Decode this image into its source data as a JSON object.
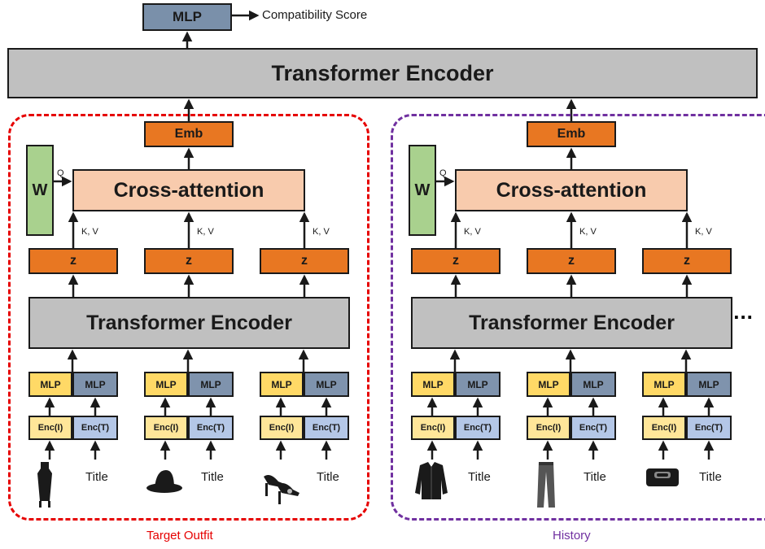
{
  "top": {
    "mlp_label": "MLP",
    "score_label": "Compatibility Score",
    "encoder_label": "Transformer Encoder"
  },
  "panels": [
    {
      "caption": "Target Outfit",
      "border_color": "#e60000",
      "emb_label": "Emb",
      "w_label": "W",
      "q_label": "Q",
      "cross_attention_label": "Cross-attention",
      "kv_label": "K, V",
      "z_label": "z",
      "encoder_label": "Transformer Encoder",
      "items": [
        {
          "mlp_image": "MLP",
          "mlp_text": "MLP",
          "enc_image": "Enc(I)",
          "enc_text": "Enc(T)",
          "title": "Title",
          "icon": "dress-icon"
        },
        {
          "mlp_image": "MLP",
          "mlp_text": "MLP",
          "enc_image": "Enc(I)",
          "enc_text": "Enc(T)",
          "title": "Title",
          "icon": "hat-icon"
        },
        {
          "mlp_image": "MLP",
          "mlp_text": "MLP",
          "enc_image": "Enc(I)",
          "enc_text": "Enc(T)",
          "title": "Title",
          "icon": "heels-icon"
        }
      ]
    },
    {
      "caption": "History",
      "border_color": "#7030a0",
      "emb_label": "Emb",
      "w_label": "W",
      "q_label": "Q",
      "cross_attention_label": "Cross-attention",
      "kv_label": "K, V",
      "z_label": "z",
      "encoder_label": "Transformer Encoder",
      "items": [
        {
          "mlp_image": "MLP",
          "mlp_text": "MLP",
          "enc_image": "Enc(I)",
          "enc_text": "Enc(T)",
          "title": "Title",
          "icon": "jacket-icon"
        },
        {
          "mlp_image": "MLP",
          "mlp_text": "MLP",
          "enc_image": "Enc(I)",
          "enc_text": "Enc(T)",
          "title": "Title",
          "icon": "pants-icon"
        },
        {
          "mlp_image": "MLP",
          "mlp_text": "MLP",
          "enc_image": "Enc(I)",
          "enc_text": "Enc(T)",
          "title": "Title",
          "icon": "bag-icon"
        }
      ]
    }
  ],
  "ellipsis": "....",
  "colors": {
    "mlp_top": "#7a90aa",
    "encoder": "#c0c0c0",
    "orange": "#e87722",
    "cross_attention": "#f8cbad",
    "w": "#a9d18e",
    "mlp_yellow": "#ffd966",
    "mlp_blue": "#7f93ad",
    "enc_image": "#ffe699",
    "enc_text": "#b4c7e7"
  }
}
